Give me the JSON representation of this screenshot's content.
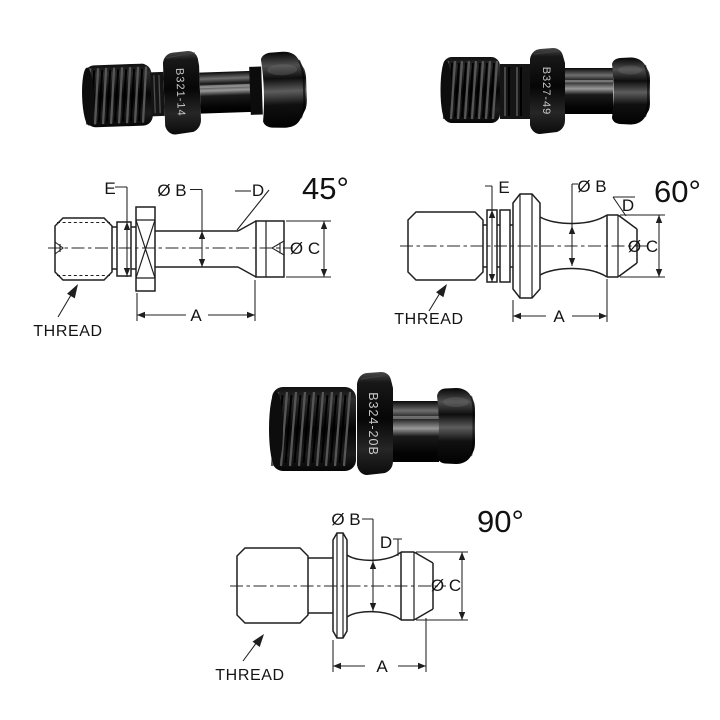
{
  "products": [
    {
      "angle_label": "45°",
      "part_number": "B321-14"
    },
    {
      "angle_label": "60°",
      "part_number": "B327-49"
    },
    {
      "angle_label": "90°",
      "part_number": "B324-20B"
    }
  ],
  "dimension_labels": {
    "a": "A",
    "b": "Ø B",
    "c": "Ø C",
    "d": "D",
    "e": "E",
    "thread": "THREAD"
  },
  "colors": {
    "background": "#ffffff",
    "drawing_line": "#1f1f1f",
    "photo_body": "#0b0b0b",
    "photo_highlight": "#8a8a8a",
    "photo_label_text": "#c9c9c9"
  }
}
